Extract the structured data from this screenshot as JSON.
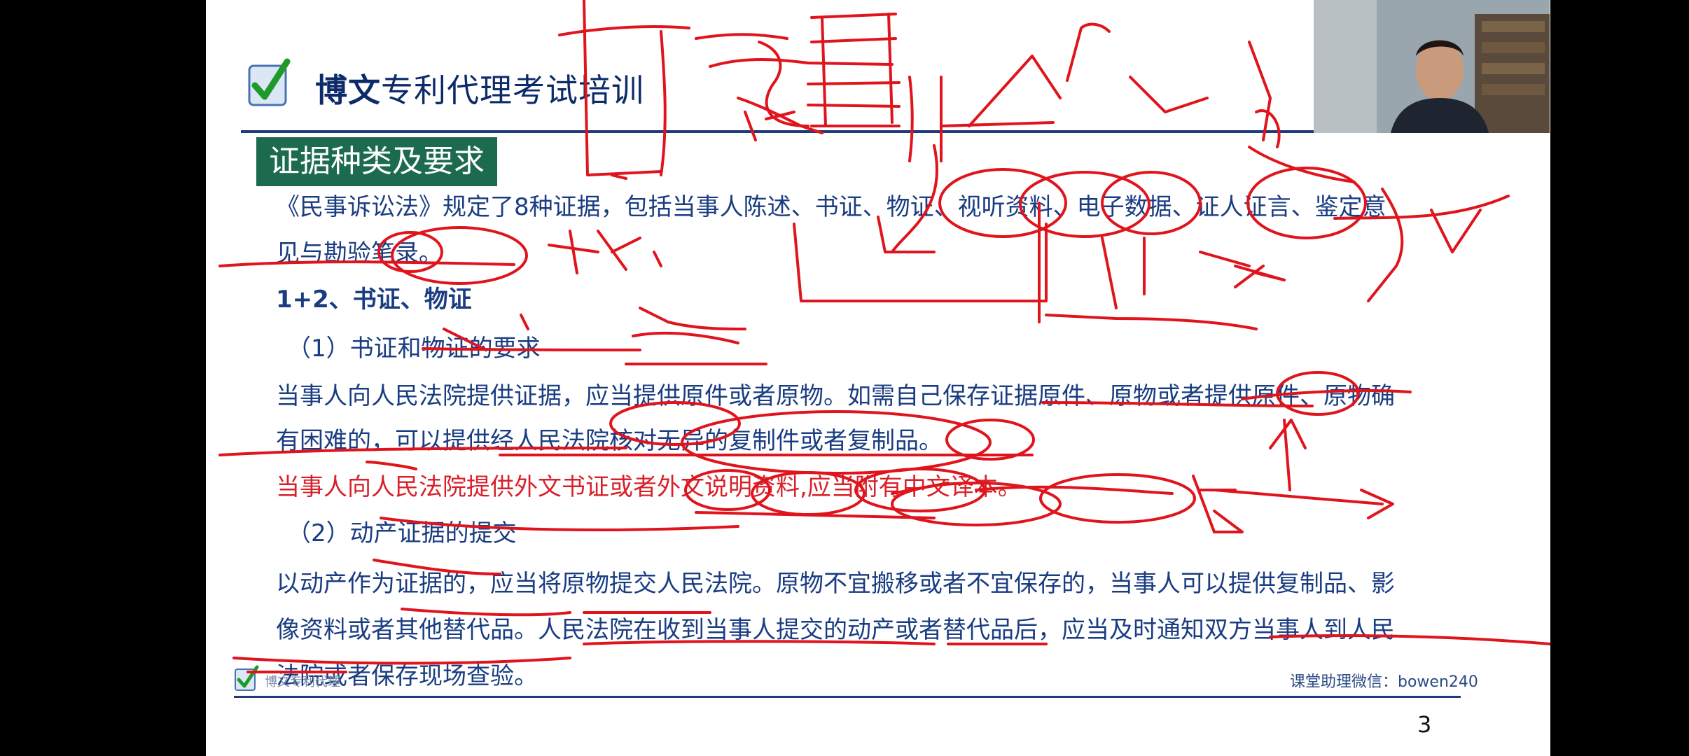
{
  "slide": {
    "brand_bold": "博文",
    "brand_rest": "专利代理考试培训",
    "section_tab": "证据种类及要求",
    "lines": [
      "《民事诉讼法》规定了8种证据，包括当事人陈述、书证、物证、视听资料、电子数据、证人证言、鉴定意",
      "见与勘验笔录。",
      "1+2、书证、物证",
      "（1）书证和物证的要求",
      "当事人向人民法院提供证据，应当提供原件或者原物。如需自己保存证据原件、原物或者提供原件、原物确",
      "有困难的，可以提供经人民法院核对无异的复制件或者复制品。",
      "当事人向人民法院提供外文书证或者外文说明资料,应当附有中文译本。",
      "（2）动产证据的提交",
      "以动产作为证据的，应当将原物提交人民法院。原物不宜搬移或者不宜保存的，当事人可以提供复制品、影",
      "像资料或者其他替代品。人民法院在收到当事人提交的动产或者替代品后，应当及时通知双方当事人到人民",
      "法院或者保存现场查验。"
    ],
    "footer_brand": "博文专利代理",
    "assistant_wechat": "课堂助理微信：bowen240",
    "page_number": "3"
  },
  "colors": {
    "text_blue": "#1a3d82",
    "accent_green": "#1d6b4f",
    "ink_red": "#e0141c",
    "highlight_red": "#d9202a"
  },
  "icons": [
    "checkmark-logo-icon",
    "footer-checkmark-icon"
  ],
  "webcam": {
    "subject": "presenter-video"
  }
}
